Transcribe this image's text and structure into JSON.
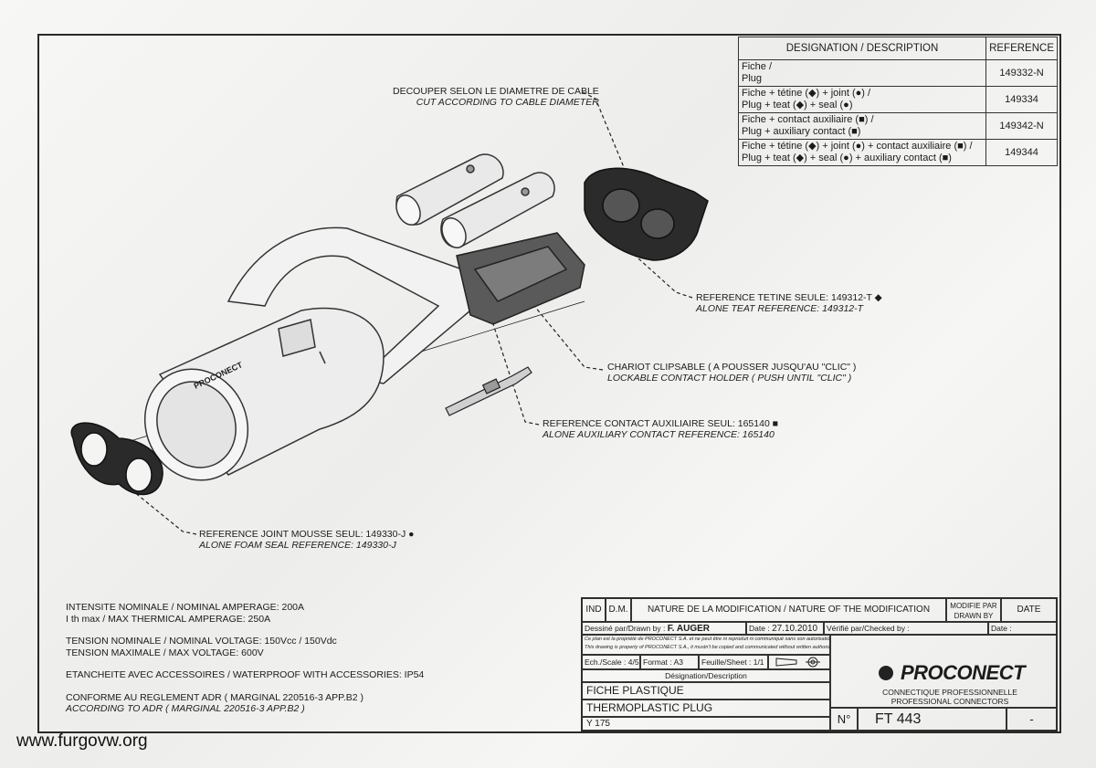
{
  "reference_table": {
    "header_designation": "DESIGNATION / DESCRIPTION",
    "header_reference": "REFERENCE",
    "rows": [
      {
        "fr": "Fiche /",
        "en": "Plug",
        "ref": "149332-N"
      },
      {
        "fr": "Fiche + tétine (◆) + joint (●) /",
        "en": "Plug + teat (◆) + seal (●)",
        "ref": "149334"
      },
      {
        "fr": "Fiche + contact auxiliaire (■) /",
        "en": "Plug + auxiliary contact (■)",
        "ref": "149342-N"
      },
      {
        "fr": "Fiche + tétine (◆) + joint (●) + contact auxiliaire (■) /",
        "en": "Plug + teat (◆) + seal (●) + auxiliary contact (■)",
        "ref": "149344"
      }
    ]
  },
  "callouts": {
    "cut": {
      "fr": "DECOUPER SELON LE DIAMETRE DE CABLE",
      "en": "CUT ACCORDING TO CABLE DIAMETER"
    },
    "teat": {
      "fr": "REFERENCE TETINE SEULE: 149312-T ◆",
      "en": "ALONE TEAT REFERENCE: 149312-T"
    },
    "holder": {
      "fr": "CHARIOT CLIPSABLE ( A POUSSER JUSQU'AU \"CLIC\" )",
      "en": "LOCKABLE CONTACT HOLDER ( PUSH UNTIL \"CLIC\" )"
    },
    "aux": {
      "fr": "REFERENCE CONTACT AUXILIAIRE SEUL: 165140 ■",
      "en": "ALONE AUXILIARY CONTACT REFERENCE: 165140"
    },
    "seal": {
      "fr": "REFERENCE JOINT MOUSSE SEUL: 149330-J ●",
      "en": "ALONE FOAM SEAL REFERENCE: 149330-J"
    }
  },
  "specs": {
    "nominal": "INTENSITE NOMINALE / NOMINAL AMPERAGE: 200A",
    "thermal": "I th max / MAX THERMICAL AMPERAGE: 250A",
    "voltage": "TENSION NOMINALE / NOMINAL VOLTAGE: 150Vcc / 150Vdc",
    "max_voltage": "TENSION MAXIMALE / MAX VOLTAGE: 600V",
    "waterproof": "ETANCHEITE AVEC ACCESSOIRES / WATERPROOF WITH ACCESSORIES: IP54",
    "adr_fr": "CONFORME AU REGLEMENT ADR ( MARGINAL 220516-3 APP.B2 )",
    "adr_en": "ACCORDING TO ADR ( MARGINAL 220516-3 APP.B2 )"
  },
  "title_block": {
    "ind": "IND",
    "dm": "D.M.",
    "nature": "NATURE DE LA MODIFICATION / NATURE OF THE MODIFICATION",
    "modified_by": "MODIFIE PAR DRAWN BY",
    "date_header": "DATE",
    "drawn_by_label": "Dessiné par/Drawn by :",
    "drawn_by": "F. AUGER",
    "date_label": "Date :",
    "date": "27.10.2010",
    "checked_label": "Vérifié par/Checked by :",
    "date2_label": "Date :",
    "property_fr": "Ce plan est la propriété de PROCONECT S.A. et ne peut être ni reproduit ni communiqué sans son autorisation écrite",
    "property_en": "This drawing is property of PROCONECT S.A., it mustn't be copied and communicated without written authorization",
    "scale_label": "Ech./Scale :",
    "scale": "4/5",
    "format_label": "Format :",
    "format": "A3",
    "sheet_label": "Feuille/Sheet :",
    "sheet": "1/1",
    "designation_label": "Désignation/Description",
    "desc_fr": "FICHE PLASTIQUE",
    "desc_en": "THERMOPLASTIC PLUG",
    "code": "Y 175",
    "number_label": "N°",
    "number": "FT 443",
    "index": "-"
  },
  "brand": {
    "name": "PROCONECT",
    "tagline_fr": "CONNECTIQUE PROFESSIONNELLE",
    "tagline_en": "PROFESSIONAL CONNECTORS"
  },
  "watermark": "www.furgovw.org",
  "part_marking": "PROCONECT"
}
